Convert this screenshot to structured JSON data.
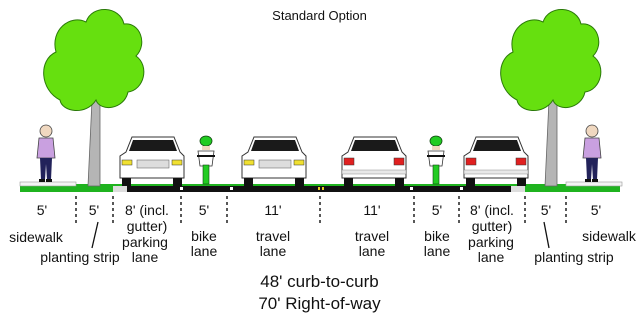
{
  "title": "Standard Option",
  "dimensions": {
    "sidewalk_left": "5'",
    "planting_left": "5'",
    "parking_left": "8' (incl. gutter)",
    "bike_left": "5'",
    "travel_left": "11'",
    "travel_right": "11'",
    "bike_right": "5'",
    "parking_right": "8' (incl. gutter)",
    "planting_right": "5'",
    "sidewalk_right": "5'"
  },
  "labels": {
    "sidewalk_left": "sidewalk",
    "planting_left": "planting strip",
    "parking_left": "parking lane",
    "bike_left": "bike lane",
    "travel_left": "travel lane",
    "travel_right": "travel lane",
    "bike_right": "bike lane",
    "parking_right": "parking lane",
    "planting_right": "planting strip",
    "sidewalk_right": "sidewalk"
  },
  "footer": {
    "curb_to_curb": "48' curb-to-curb",
    "right_of_way": "70' Right-of-way"
  },
  "colors": {
    "grass": "#1fb31f",
    "road": "#111111",
    "tree_canopy": "#66e00f",
    "trunk": "#b3b3b3",
    "pedestrian_shirt": "#c9a0e0",
    "bike_helmet": "#22cc22",
    "headlight": "#f0e030",
    "taillight": "#e02020"
  },
  "icons": [
    "tree-icon",
    "pedestrian-icon",
    "car-front-icon",
    "car-rear-icon",
    "cyclist-icon"
  ]
}
